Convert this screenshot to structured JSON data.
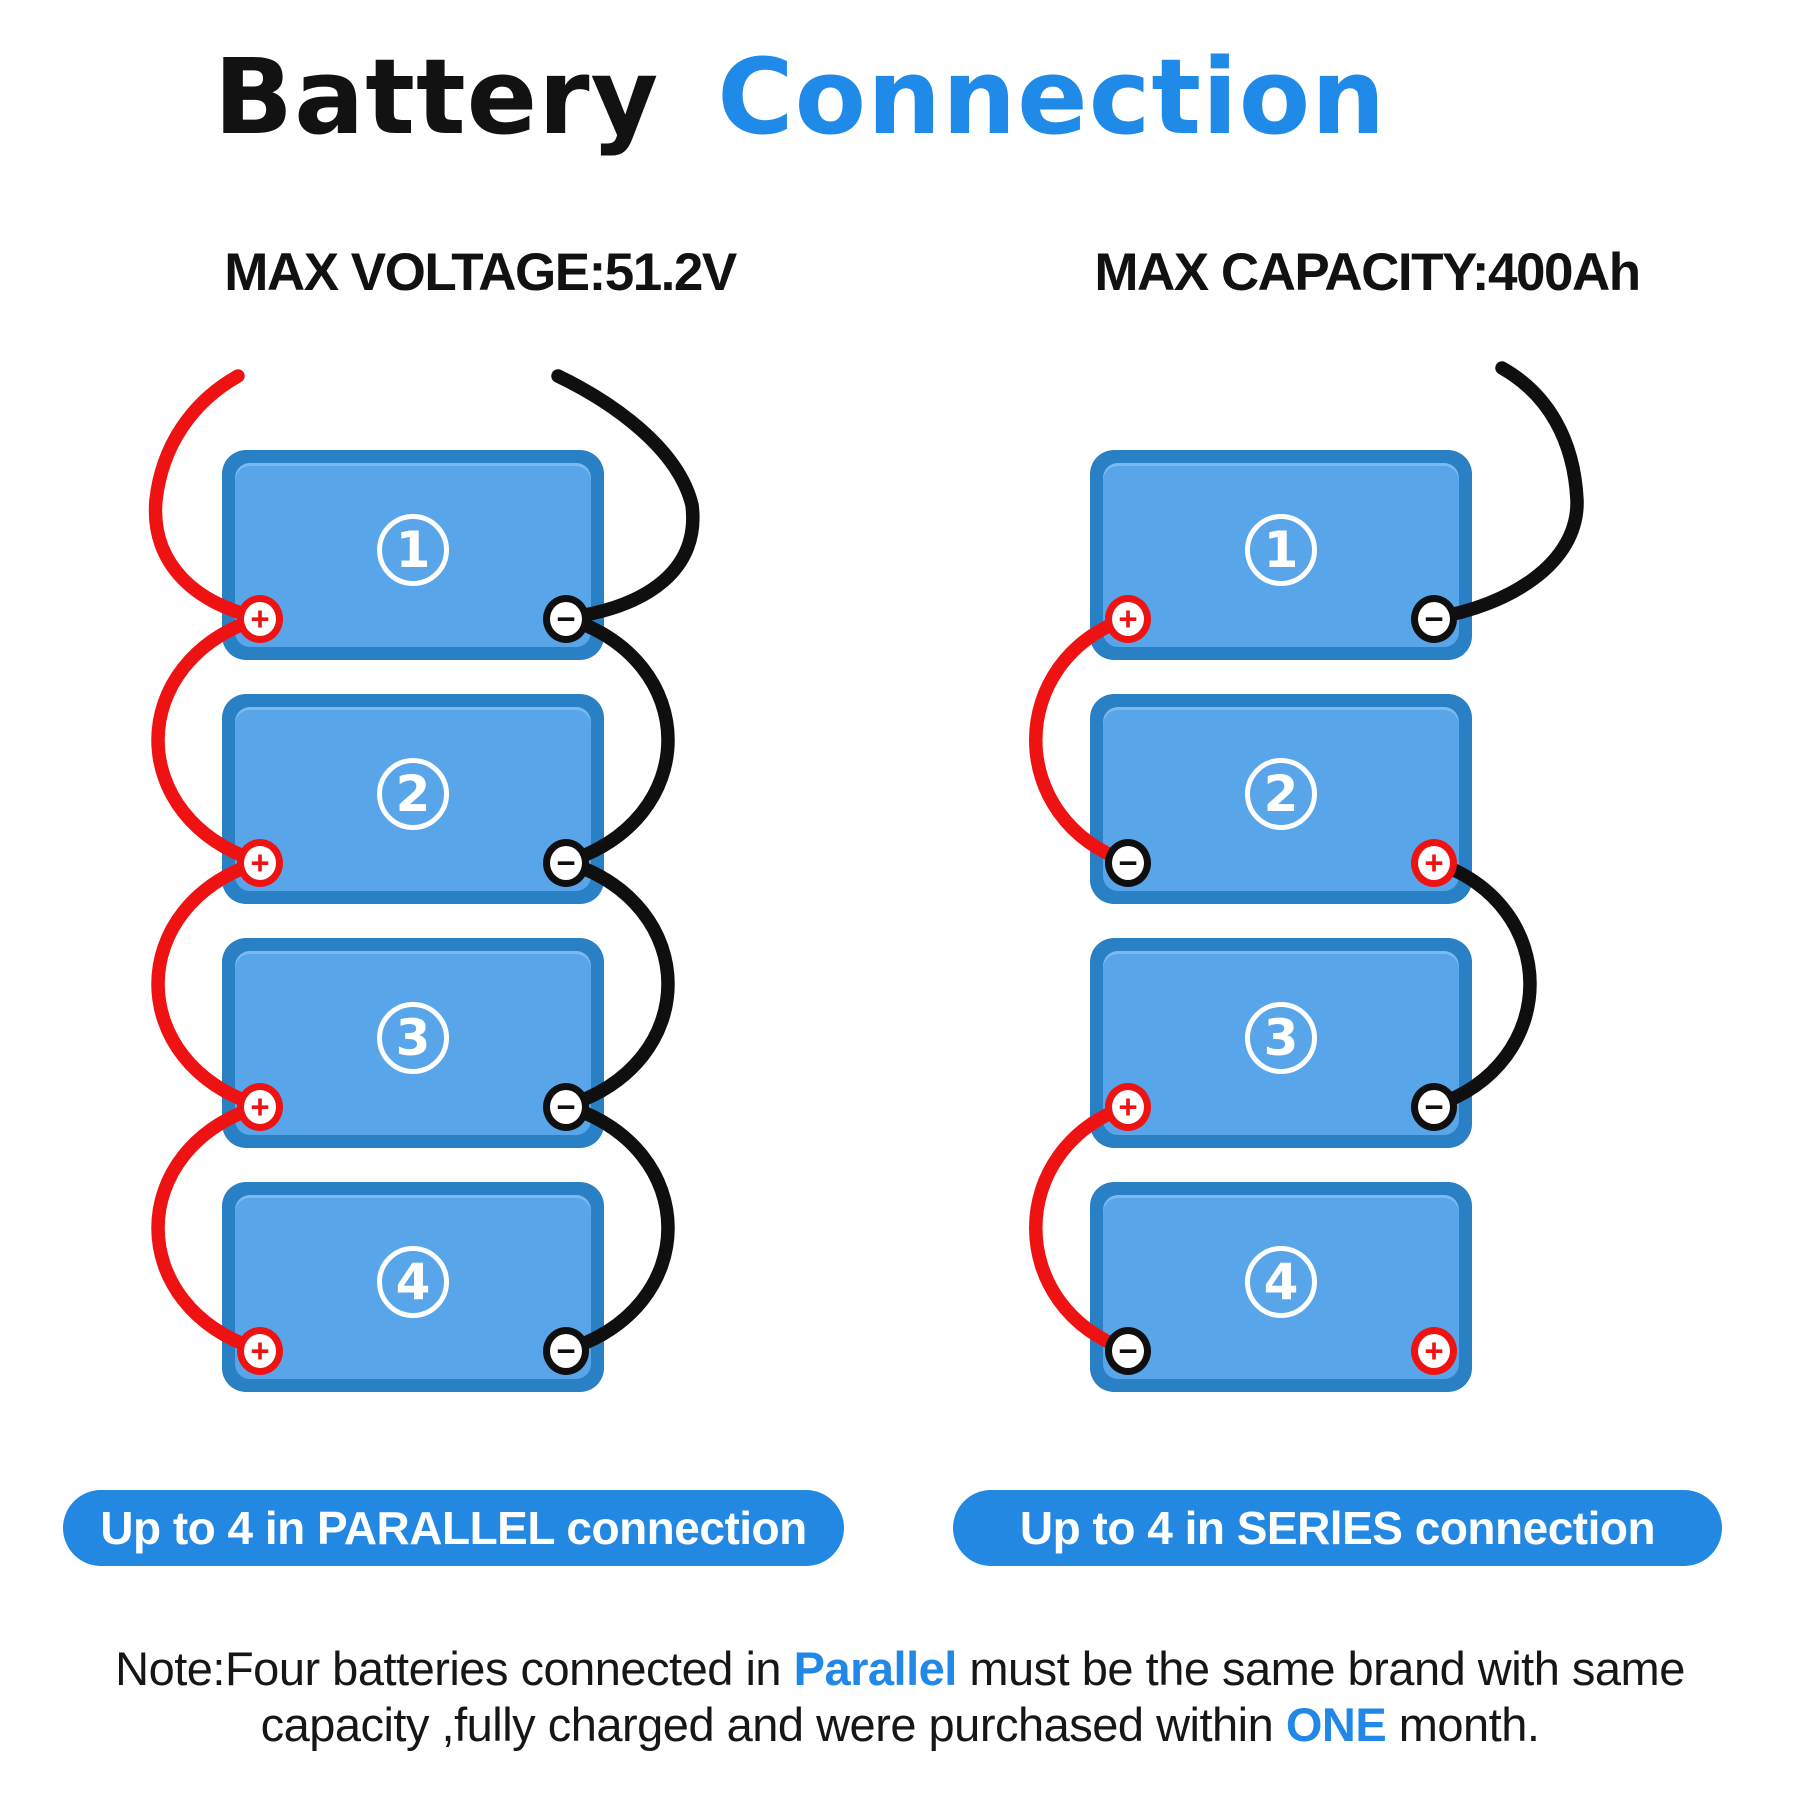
{
  "title": {
    "word_black": "Battery",
    "word_blue": "Connection"
  },
  "parallel": {
    "heading": "MAX VOLTAGE:51.2V",
    "caption": "Up to 4 in PARALLEL connection",
    "batteries": [
      {
        "number": "1",
        "left": {
          "sign": "+",
          "pol": "pos"
        },
        "right": {
          "sign": "−",
          "pol": "neg"
        }
      },
      {
        "number": "2",
        "left": {
          "sign": "+",
          "pol": "pos"
        },
        "right": {
          "sign": "−",
          "pol": "neg"
        }
      },
      {
        "number": "3",
        "left": {
          "sign": "+",
          "pol": "pos"
        },
        "right": {
          "sign": "−",
          "pol": "neg"
        }
      },
      {
        "number": "4",
        "left": {
          "sign": "+",
          "pol": "pos"
        },
        "right": {
          "sign": "−",
          "pol": "neg"
        }
      }
    ]
  },
  "series": {
    "heading": "MAX CAPACITY:400Ah",
    "caption": "Up to 4 in SERlES connection",
    "batteries": [
      {
        "number": "1",
        "left": {
          "sign": "+",
          "pol": "pos"
        },
        "right": {
          "sign": "−",
          "pol": "neg"
        }
      },
      {
        "number": "2",
        "left": {
          "sign": "−",
          "pol": "neg"
        },
        "right": {
          "sign": "+",
          "pol": "pos"
        }
      },
      {
        "number": "3",
        "left": {
          "sign": "+",
          "pol": "pos"
        },
        "right": {
          "sign": "−",
          "pol": "neg"
        }
      },
      {
        "number": "4",
        "left": {
          "sign": "−",
          "pol": "neg"
        },
        "right": {
          "sign": "+",
          "pol": "pos"
        }
      }
    ]
  },
  "note": {
    "line1_prefix": "Note:Four batteries connected in ",
    "highlight1": "Parallel",
    "line1_suffix": " must be the same brand with same",
    "line2_prefix": "capacity ,fully charged and were purchased within ",
    "highlight2": "ONE",
    "line2_suffix": " month."
  },
  "colors": {
    "title_blue": "#1f8ae8",
    "pill_blue": "#2288e2",
    "battery_border_blue": "#2a80c5",
    "battery_fill_blue": "#58a6e9",
    "wire_red": "#ef1212",
    "wire_black": "#0f0f0f",
    "text_black": "#121212"
  }
}
